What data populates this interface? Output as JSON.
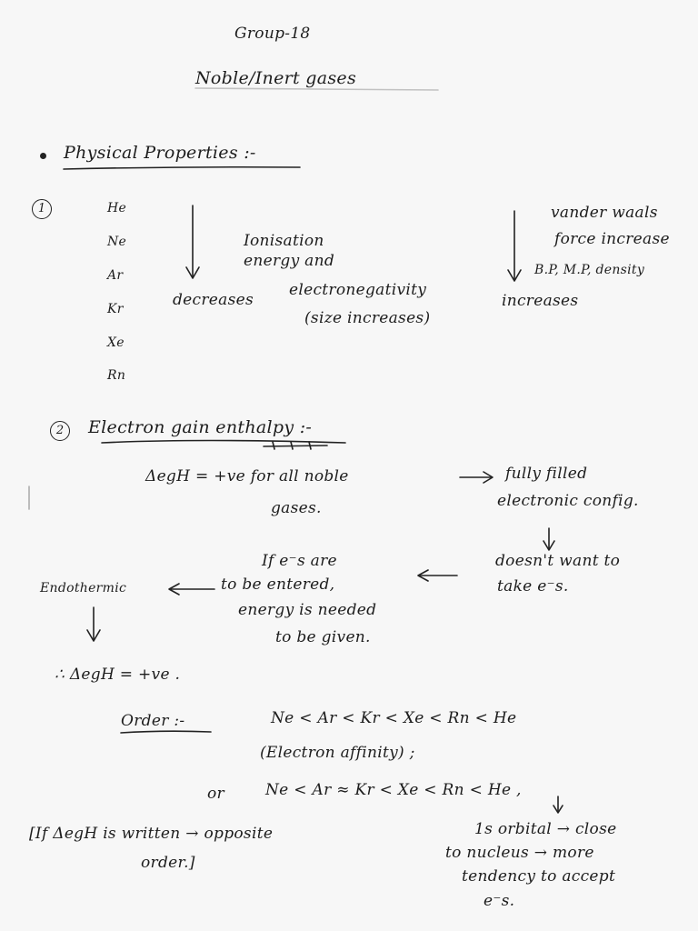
{
  "title_line1": "Group-18",
  "title_line2": "Noble/Inert gases",
  "section_physical": "Physical Properties :-",
  "item1_number": "1",
  "elements": [
    "He",
    "Ne",
    "Ar",
    "Kr",
    "Xe",
    "Rn"
  ],
  "ie_line1": "Ionisation",
  "ie_line2": "energy and",
  "ie_line3": "electronegativity",
  "ie_line4": "(size increases)",
  "decreases": "decreases",
  "vdw_line1": "vander waals",
  "vdw_line2": "force increase",
  "vdw_line3": "B.P, M.P, density",
  "increases": "increases",
  "item2_number": "2",
  "section_egh": "Electron gain enthalpy :-",
  "egh_line1": "ΔegH = +ve for all noble",
  "egh_line2": "gases.",
  "filled_line1": "fully filled",
  "filled_line2": "electronic config.",
  "dont_line1": "doesn't want to",
  "dont_line2": "take e⁻s.",
  "if_line1": "If e⁻s are",
  "if_line2": "to be entered,",
  "if_line3": "energy is needed",
  "if_line4": "to be given.",
  "endothermic": "Endothermic",
  "therefore": "∴ ΔegH = +ve .",
  "order_label": "Order :-",
  "order1": "Ne < Ar < Kr < Xe < Rn < He",
  "order_affinity": "(Electron affinity) ;",
  "or": "or",
  "order2": "Ne < Ar ≈ Kr < Xe < Rn < He ,",
  "bracket_line1": "[If ΔegH is written → opposite",
  "bracket_line2": "order.]",
  "orbital_line1": "1s orbital → close",
  "orbital_line2": "to nucleus → more",
  "orbital_line3": "tendency to accept",
  "orbital_line4": "e⁻s."
}
